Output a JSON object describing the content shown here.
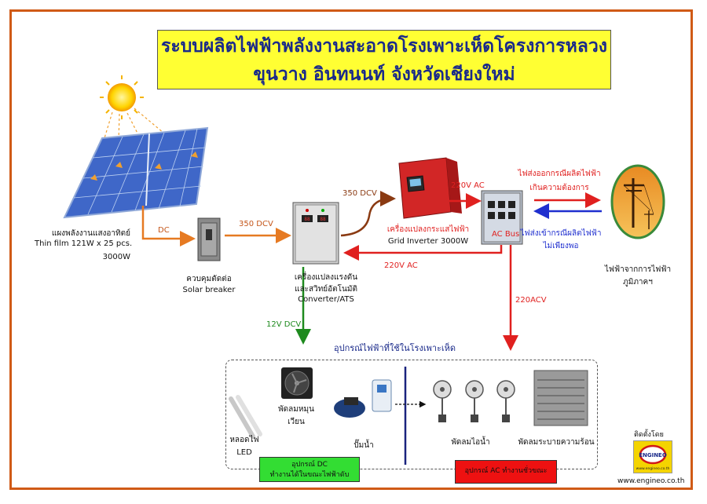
{
  "title": {
    "line1": "ระบบผลิตไฟฟ้าพลังงานสะอาดโรงเพาะเห็ดโครงการหลวง",
    "line2": "ขุนวาง อินทนนท์ จังหวัดเชียงใหม่"
  },
  "solar_panel": {
    "label_th": "แผงพลังงานแสงอาทิตย์",
    "label_spec": "Thin film 121W x 25 pcs.",
    "label_power": "3000W"
  },
  "arrows": {
    "dc": "DC",
    "dcv_350_a": "350 DCV",
    "dcv_350_b": "350 DCV",
    "ac_220_top": "220V AC",
    "ac_220_back": "220V AC",
    "acv_220": "220ACV",
    "dcv_12": "12V DCV"
  },
  "breaker": {
    "label_th": "ควบคุมตัดต่อ",
    "label_en": "Solar breaker"
  },
  "converter": {
    "label_th1": "เครื่องแปลงแรงดัน",
    "label_th2": "และสวิทย์อัตโนมัติ",
    "label_en": "Converter/ATS"
  },
  "inverter": {
    "label_th": "เครื่องแปลงกระแสไฟฟ้า",
    "label_en": "Grid Inverter 3000W"
  },
  "ac_bus": {
    "label": "AC Bus"
  },
  "grid": {
    "export_line1": "ไฟส่งออกกรณีผลิตไฟฟ้า",
    "export_line2": "เกินความต้องการ",
    "import_line1": "ไฟส่งเข้ากรณีผลิตไฟฟ้า",
    "import_line2": "ไม่เพียงพอ",
    "label_line1": "ไฟฟ้าจากการไฟฟ้า",
    "label_line2": "ภูมิภาคฯ"
  },
  "equipment": {
    "heading": "อุปกรณ์ไฟฟ้าที่ใช้ในโรงเพาะเห็ด",
    "led_line1": "หลอดไฟ",
    "led_line2": "LED",
    "circ_fan_line1": "พัดลมหมุน",
    "circ_fan_line2": "เวียน",
    "pump": "ปั๊มน้ำ",
    "mist_fan": "พัดลมไอน้ำ",
    "exhaust_fan": "พัดลมระบายความร้อน",
    "dc_badge_line1": "อุปกรณ์ DC",
    "dc_badge_line2": "ทำงานได้ในขณะไฟฟ้าดับ",
    "ac_badge": "อุปกรณ์ AC ทำงานชั่วขณะ"
  },
  "footer": {
    "installed_by": "ติดตั้งโดย",
    "logo_text": "ENGINEO",
    "logo_url": "www.engineo.co.th",
    "website": "www.engineo.co.th"
  },
  "colors": {
    "frame": "#d05a16",
    "title_bg": "#ffff33",
    "title_text": "#1a2a8a",
    "orange_arrow": "#e67a22",
    "brown_arrow": "#8a3a12",
    "red_arrow": "#e0201f",
    "blue_arrow": "#1f2fcf",
    "green_arrow": "#1e8a1e"
  }
}
